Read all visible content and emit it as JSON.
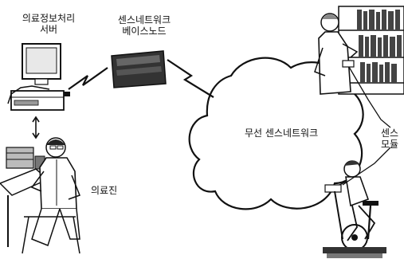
{
  "labels": {
    "server_line1": "의료정보처리",
    "server_line2": "서버",
    "base_line1": "센스네트워크",
    "base_line2": "베이스노드",
    "network": "무선 센스네트워크",
    "medical_staff": "의료진",
    "sensor_line1": "센스",
    "sensor_line2": "모듈"
  },
  "icons": {
    "server": "computer-icon",
    "base_node": "network-device-icon",
    "staff": "doctor-at-desk-icon",
    "patient_library": "person-at-bookshelf-icon",
    "patient_exercise": "person-on-exercise-bike-icon"
  }
}
